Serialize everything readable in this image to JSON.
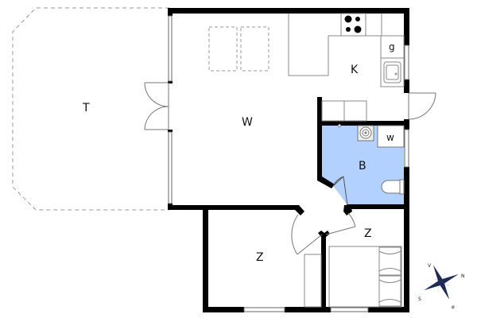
{
  "plan": {
    "type": "floor plan",
    "rooms": [
      {
        "id": "terrace",
        "label": "T"
      },
      {
        "id": "living",
        "label": "W"
      },
      {
        "id": "kitchen",
        "label": "K"
      },
      {
        "id": "bathroom",
        "label": "B"
      },
      {
        "id": "bedroom_left",
        "label": "Z"
      },
      {
        "id": "bedroom_right",
        "label": "Z"
      }
    ],
    "fixtures": {
      "fridge_label": "g",
      "washer_label": "w"
    },
    "compass": {
      "north": "N",
      "west": "V",
      "south": "S",
      "east": "ø"
    },
    "colors": {
      "wall": "#000000",
      "bathroom_fill": "#b3d1ff",
      "line": "#777777",
      "dashed": "#999999"
    }
  }
}
